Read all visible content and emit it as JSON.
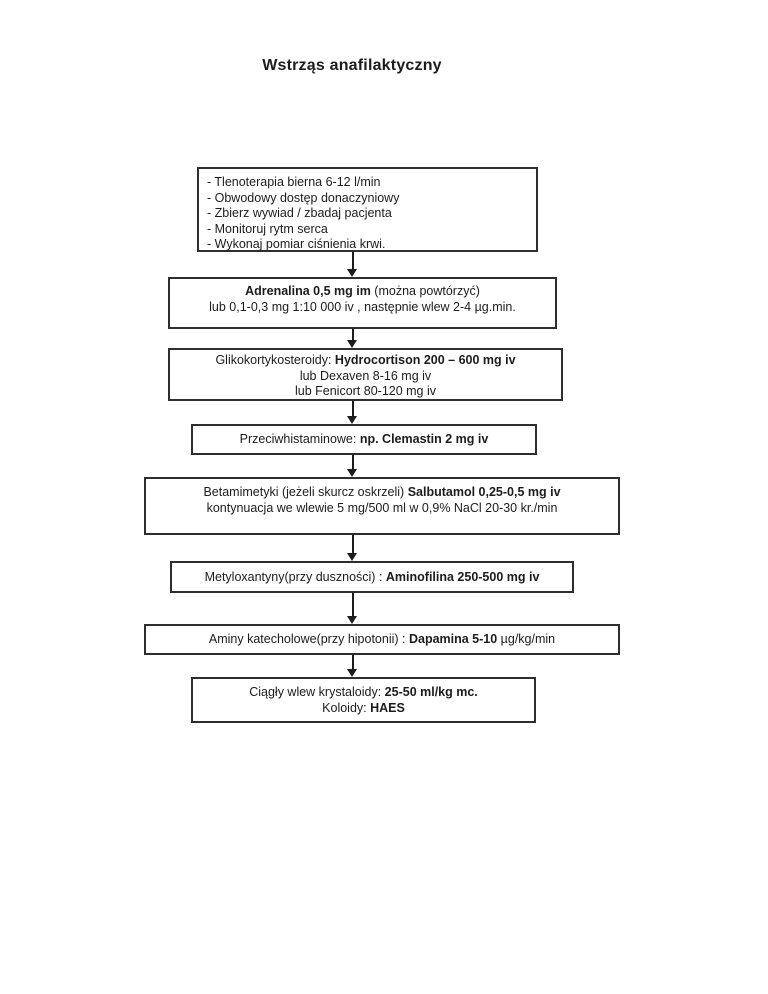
{
  "page": {
    "title": "Wstrząs anafilaktyczny",
    "background_color": "#ffffff",
    "text_color": "#1c1c1c",
    "border_color": "#2e2e2e"
  },
  "flowchart": {
    "boxes": [
      {
        "name": "initial-measures",
        "lines": [
          {
            "segments": [
              {
                "text": "- Tlenoterapia bierna 6-12 l/min",
                "bold": false
              }
            ]
          },
          {
            "segments": [
              {
                "text": "- Obwodowy dostęp donaczyniowy",
                "bold": false
              }
            ]
          },
          {
            "segments": [
              {
                "text": "- Zbierz wywiad / zbadaj pacjenta",
                "bold": false
              }
            ]
          },
          {
            "segments": [
              {
                "text": "- Monitoruj rytm serca",
                "bold": false
              }
            ]
          },
          {
            "segments": [
              {
                "text": "- Wykonaj pomiar ciśnienia krwi.",
                "bold": false
              }
            ]
          }
        ]
      },
      {
        "name": "adrenalina",
        "lines": [
          {
            "segments": [
              {
                "text": "Adrenalina 0,5 mg im",
                "bold": true
              },
              {
                "text": " (można powtórzyć)",
                "bold": false
              }
            ]
          },
          {
            "segments": [
              {
                "text": "lub 0,1-0,3 mg 1:10 000 iv , następnie wlew 2-4 µg.min.",
                "bold": false
              }
            ]
          }
        ]
      },
      {
        "name": "glikokortykosteroidy",
        "lines": [
          {
            "segments": [
              {
                "text": "Glikokortykosteroidy: ",
                "bold": false
              },
              {
                "text": "Hydrocortison 200 – 600 mg iv",
                "bold": true
              }
            ]
          },
          {
            "segments": [
              {
                "text": "lub Dexaven 8-16 mg iv",
                "bold": false
              }
            ]
          },
          {
            "segments": [
              {
                "text": "lub Fenicort 80-120 mg iv",
                "bold": false
              }
            ]
          }
        ]
      },
      {
        "name": "przeciwhistaminowe",
        "lines": [
          {
            "segments": [
              {
                "text": "Przeciwhistaminowe: ",
                "bold": false
              },
              {
                "text": "np. Clemastin 2 mg iv",
                "bold": true
              }
            ]
          }
        ]
      },
      {
        "name": "betamimetyki",
        "lines": [
          {
            "segments": [
              {
                "text": "Betamimetyki (jeżeli skurcz oskrzeli) ",
                "bold": false
              },
              {
                "text": "Salbutamol 0,25-0,5 mg iv",
                "bold": true
              }
            ]
          },
          {
            "segments": [
              {
                "text": "kontynuacja we wlewie 5 mg/500 ml w 0,9% NaCl 20-30 kr./min",
                "bold": false
              }
            ]
          }
        ]
      },
      {
        "name": "metyloxantyny",
        "lines": [
          {
            "segments": [
              {
                "text": "Metyloxantyny(przy duszności) : ",
                "bold": false
              },
              {
                "text": "Aminofilina 250-500 mg iv",
                "bold": true
              }
            ]
          }
        ]
      },
      {
        "name": "aminy-katecholowe",
        "lines": [
          {
            "segments": [
              {
                "text": "Aminy katecholowe(przy hipotonii) : ",
                "bold": false
              },
              {
                "text": "Dapamina 5-10",
                "bold": true
              },
              {
                "text": " µg/kg/min",
                "bold": false
              }
            ]
          }
        ]
      },
      {
        "name": "wlew-krystaloidy",
        "lines": [
          {
            "segments": [
              {
                "text": "Ciągły wlew krystaloidy: ",
                "bold": false
              },
              {
                "text": "25-50 ml/kg mc.",
                "bold": true
              }
            ]
          },
          {
            "segments": [
              {
                "text": "Koloidy: ",
                "bold": false
              },
              {
                "text": "HAES",
                "bold": true
              }
            ]
          }
        ]
      }
    ]
  }
}
